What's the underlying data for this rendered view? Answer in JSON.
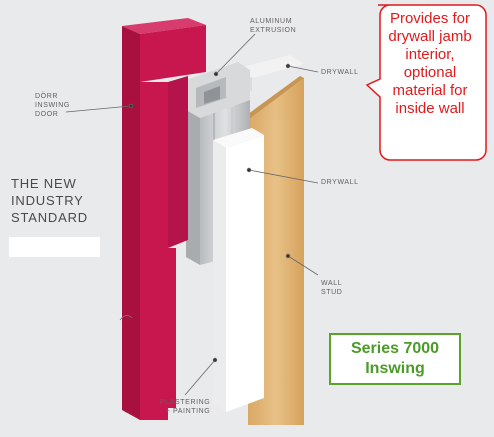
{
  "labels": {
    "aluminum_extrusion": "ALUMINUM\nEXTRUSION",
    "drywall_top": "DRYWALL",
    "door": "DÖRR\nINSWING\nDOOR",
    "drywall_mid": "DRYWALL",
    "wall_stud": "WALL\nSTUD",
    "plastering": "PLASTERING\n+ PAINTING"
  },
  "headline": "THE NEW\nINDUSTRY\nSTANDARD",
  "callout": "Provides for drywall jamb interior, optional material for inside wall",
  "series": {
    "line1": "Series 7000",
    "line2": "Inswing"
  },
  "colors": {
    "door_magenta": "#c8174f",
    "wood": "#e2b576",
    "callout_red": "#e3191b",
    "series_green": "#4c9a2a"
  }
}
